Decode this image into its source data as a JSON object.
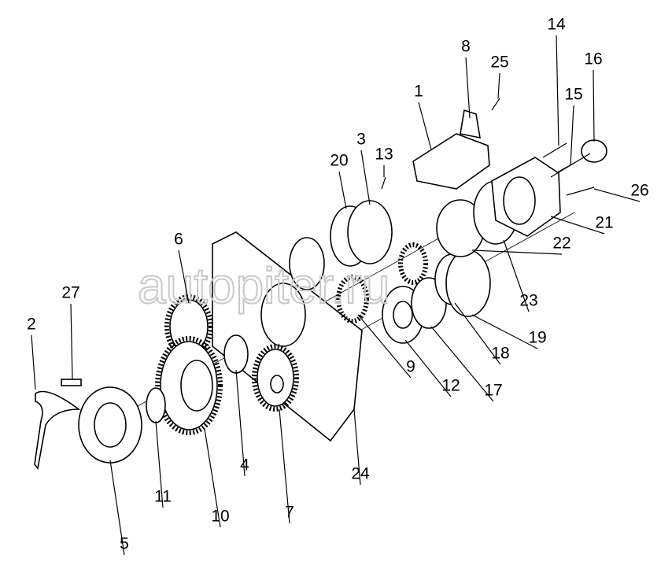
{
  "watermark": "autopiter.ru",
  "callouts": [
    "1",
    "2",
    "3",
    "4",
    "5",
    "6",
    "7",
    "8",
    "9",
    "10",
    "11",
    "12",
    "13",
    "14",
    "15",
    "16",
    "17",
    "18",
    "19",
    "20",
    "21",
    "22",
    "23",
    "24",
    "25",
    "26",
    "27"
  ]
}
